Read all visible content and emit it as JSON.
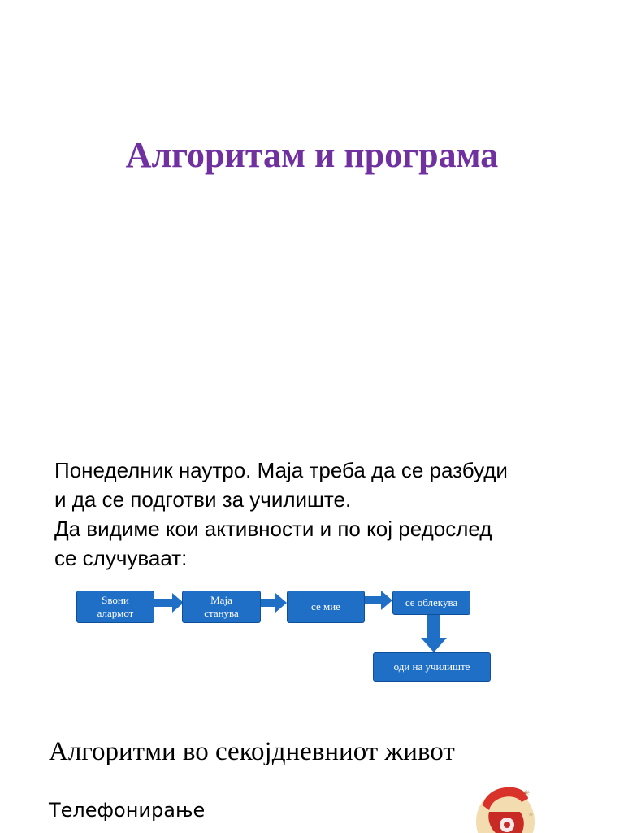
{
  "title": "Алгоритам и програма",
  "intro": {
    "lines": [
      "Понеделник наутро. Маја треба да се разбуди",
      "и да се подготви за училиште.",
      "Да видиме кои активности и по кој редослед",
      "се случуваат:"
    ]
  },
  "flowchart": {
    "steps": [
      {
        "line1": "Ѕвони",
        "line2": "алармот"
      },
      {
        "line1": "Маја",
        "line2": "станува"
      },
      {
        "line1": "се мие",
        "line2": ""
      },
      {
        "line1": "се облекува",
        "line2": ""
      },
      {
        "line1": "оди на училиште",
        "line2": ""
      }
    ],
    "box_color": "#1f6fc7",
    "arrow_color": "#1f6fc7"
  },
  "section": {
    "title": "Алгоритми во секојдневниот живот",
    "item": "Телефонирање"
  },
  "colors": {
    "title": "#7030a0",
    "phone_icon": "#d9322b"
  },
  "icons": [
    "telephone-icon"
  ]
}
